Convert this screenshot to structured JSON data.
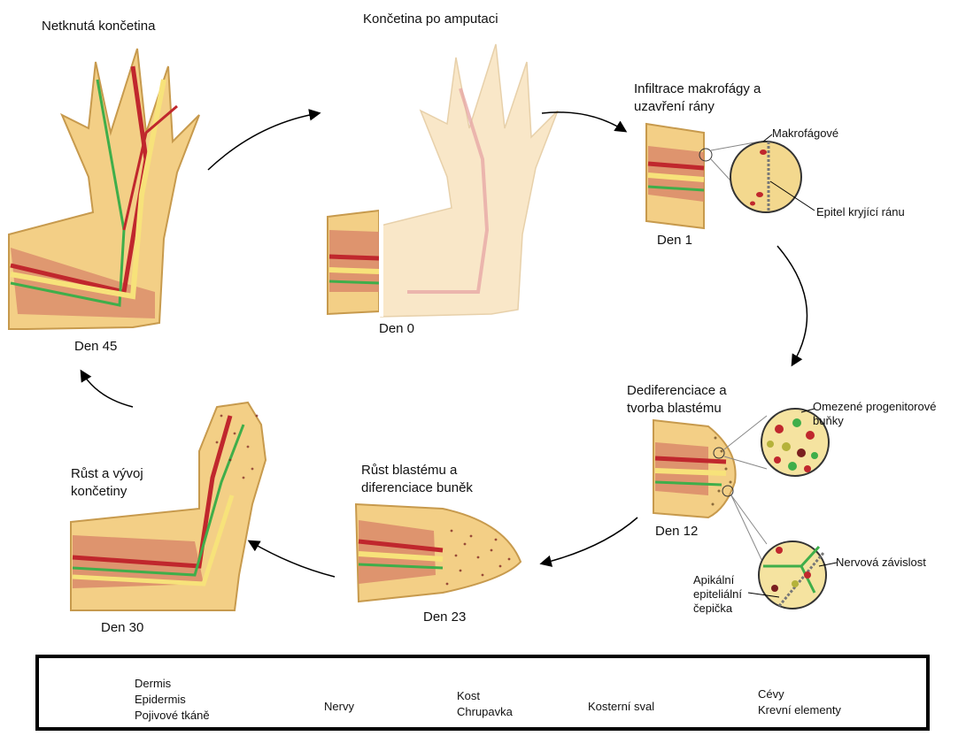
{
  "stages": {
    "intact": {
      "title": "Netknutá končetina",
      "day": "Den 45"
    },
    "amputated": {
      "title": "Končetina po amputaci",
      "day": "Den 0"
    },
    "day1": {
      "title_line1": "Infiltrace makrofágy a",
      "title_line2": "uzavření rány",
      "day": "Den 1",
      "callout_macrophages": "Makrofágové",
      "callout_epithelium": "Epitel kryjící ránu"
    },
    "day12": {
      "title_line1": "Dediferenciace a",
      "title_line2": "tvorba blastému",
      "day": "Den 12",
      "callout_progenitor_line1": "Omezené progenitorové",
      "callout_progenitor_line2": "buňky",
      "callout_nerve": "Nervová závislost",
      "callout_cap_line1": "Apikální",
      "callout_cap_line2": "epiteliální",
      "callout_cap_line3": "čepička"
    },
    "day23": {
      "title_line1": "Růst blastému a",
      "title_line2": "diferenciace buněk",
      "day": "Den 23"
    },
    "day30": {
      "title_line1": "Růst a vývoj",
      "title_line2": "končetiny",
      "day": "Den 30"
    }
  },
  "legend": [
    {
      "icon": "skin-limb-icon",
      "line1": "Dermis",
      "line2": "Epidermis",
      "line3": "Pojivové tkáně",
      "color": "#f3cf86"
    },
    {
      "icon": "nerve-icon",
      "line1": "Nervy",
      "color": "#3fae4a"
    },
    {
      "icon": "bone-icon",
      "line1": "Kost",
      "line2": "Chrupavka",
      "color": "#d9c35a"
    },
    {
      "icon": "muscle-icon",
      "line1": "Kosterní sval",
      "color": "#e8a19a"
    },
    {
      "icon": "vessel-icon",
      "line1": "Cévy",
      "line2": "Krevní elementy",
      "color": "#c0272d"
    }
  ],
  "colors": {
    "skin": "#f3cf86",
    "skin_outline": "#c79a4d",
    "muscle": "#d98a6a",
    "nerve": "#3fae4a",
    "vessel": "#c0272d",
    "bone": "#f7e27a",
    "macrophage": "#c0272d"
  }
}
